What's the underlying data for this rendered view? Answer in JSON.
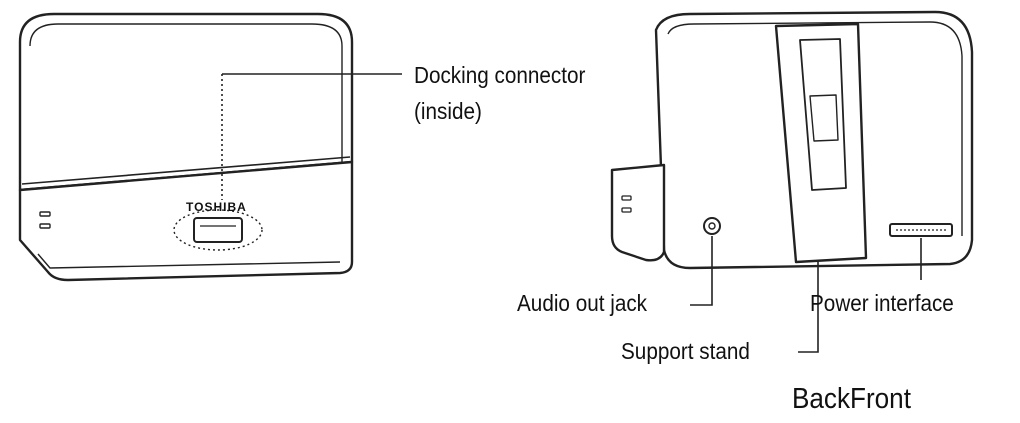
{
  "figure": {
    "brand_text": "TOSHIBA",
    "labels": {
      "docking_connector_line1": "Docking connector",
      "docking_connector_line2": "(inside)",
      "audio_out_jack": "Audio out jack",
      "power_interface": "Power interface",
      "support_stand": "Support stand"
    },
    "caption": "BackFront"
  },
  "colors": {
    "line": "#222222",
    "fill": "#ffffff"
  }
}
